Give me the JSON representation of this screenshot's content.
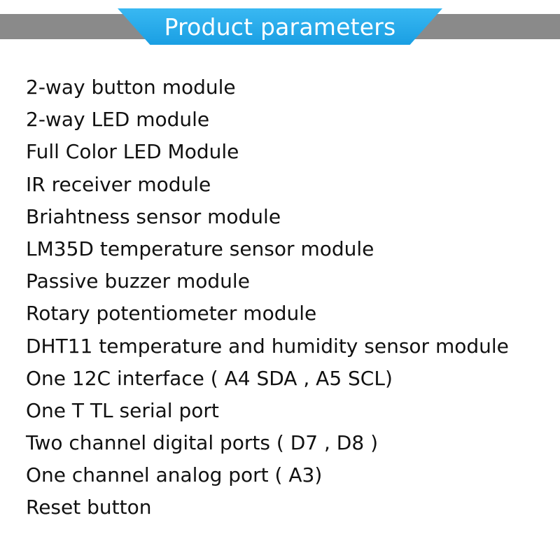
{
  "header": {
    "title": "Product parameters",
    "colors": {
      "band": "#8a8a8a",
      "tab": "#1a9fe3",
      "title_text": "#ffffff"
    }
  },
  "parameters": [
    "2-way button module",
    "2-way LED module",
    "Full Color LED Module",
    "IR receiver module",
    "Briahtness sensor module",
    "LM35D temperature sensor module",
    "Passive buzzer module",
    "Rotary potentiometer module",
    "DHT11 temperature and humidity sensor module",
    "One 12C interface ( A4 SDA , A5 SCL)",
    "One T TL serial port",
    "Two channel digital ports ( D7 , D8 )",
    "One channel analog port ( A3)",
    "Reset button"
  ]
}
